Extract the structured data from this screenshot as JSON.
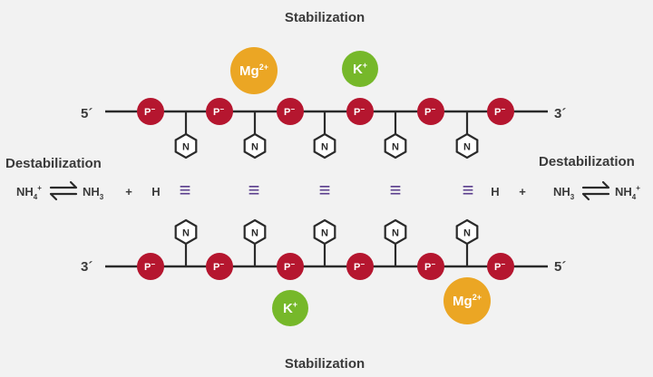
{
  "titles": {
    "top": "Stabilization",
    "bottom": "Stabilization",
    "left": "Destabilization",
    "right": "Destabilization"
  },
  "strands": {
    "top": {
      "start": "5´",
      "end": "3´"
    },
    "bottom": {
      "start": "3´",
      "end": "5´"
    }
  },
  "phosphate_label": "P",
  "phosphate_charge": "−",
  "base_label": "N",
  "hbond_symbol": "≡",
  "ions": {
    "mg": {
      "symbol": "Mg",
      "charge": "2+"
    },
    "k": {
      "symbol": "K",
      "charge": "+"
    }
  },
  "equilibrium": {
    "left_reactant": "NH",
    "left_reactant_sub": "4",
    "left_reactant_sup": "+",
    "left_product": "NH",
    "left_product_sub": "3",
    "plus_left": "+",
    "h_left": "H",
    "h_right": "H",
    "plus_right": "+",
    "right_reactant": "NH",
    "right_reactant_sub": "3",
    "right_product": "NH",
    "right_product_sub": "4",
    "right_product_sup": "+"
  },
  "colors": {
    "phosphate": "#b5162f",
    "mg_ion": "#eba624",
    "k_ion": "#76b82a",
    "hbond": "#5a3d8c",
    "line": "#2a2a2a",
    "text": "#3a3a3a"
  }
}
